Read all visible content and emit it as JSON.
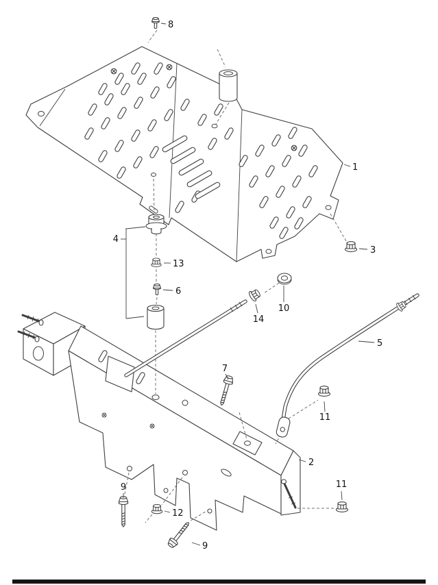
{
  "colors": {
    "line": "#3d3d3d",
    "dash": "#707070",
    "label": "#111111",
    "background": "#ffffff",
    "footer_bar": "#141414"
  },
  "callouts": {
    "c1": "1",
    "c2": "2",
    "c3": "3",
    "c4": "4",
    "c5": "5",
    "c6": "6",
    "c7": "7",
    "c8": "8",
    "c9a": "9",
    "c9b": "9",
    "c10": "10",
    "c11a": "11",
    "c11b": "11",
    "c12": "12",
    "c13": "13",
    "c14": "14"
  }
}
